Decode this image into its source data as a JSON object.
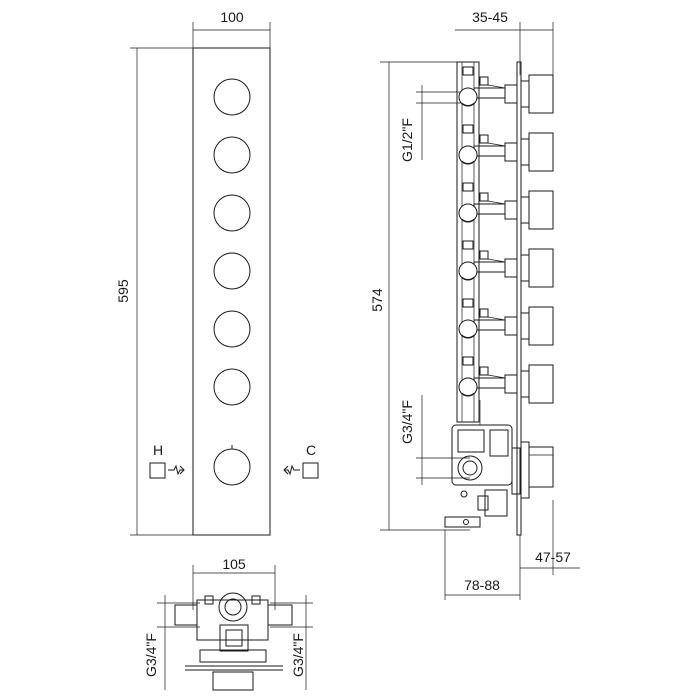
{
  "front_view": {
    "width_dim": "100",
    "height_dim": "595",
    "hot_label": "H",
    "cold_label": "C",
    "knob_count": 6
  },
  "side_view": {
    "depth_dim": "35-45",
    "height_dim": "574",
    "outlet_thread": "G1/2\"F",
    "inlet_thread": "G3/4\"F",
    "body_depth_dim": "47-57",
    "total_depth_dim": "78-88"
  },
  "bottom_view": {
    "width_dim": "105",
    "left_thread": "G3/4\"F",
    "right_thread": "G3/4\"F"
  }
}
